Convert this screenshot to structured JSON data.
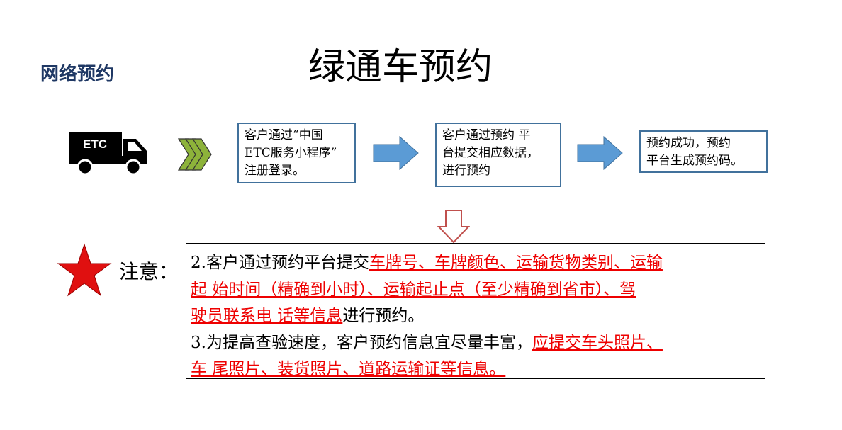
{
  "title": "绿通车预约",
  "subtitle": "网络预约",
  "truck": {
    "label": "ETC"
  },
  "steps": [
    {
      "lines": [
        "客户通过“中国",
        "ETC服务小程序”",
        "注册登录。"
      ]
    },
    {
      "lines": [
        "客户通过预约 平",
        "台提交相应数据，",
        "进行预约"
      ]
    },
    {
      "lines": [
        "预约成功，预约",
        "平台生成预约码。"
      ]
    }
  ],
  "note": {
    "label": "注意：",
    "lines": [
      [
        {
          "t": "2.客户通过预约平台提交",
          "red": false
        },
        {
          "t": "车牌号、车牌颜色、运输货物类别、运输",
          "red": true
        }
      ],
      [
        {
          "t": "起 始时间（精确到小时）、运输起止点（至少精确到省市）、驾",
          "red": true
        }
      ],
      [
        {
          "t": "驶员联系电 话等信息",
          "red": true
        },
        {
          "t": "进行预约。",
          "red": false
        }
      ],
      [
        {
          "t": "3.为提高查验速度，客户预约信息宜尽量丰富，",
          "red": false
        },
        {
          "t": "应提交车头照片、 ",
          "red": true
        }
      ],
      [
        {
          "t": "车 尾照片、装货照片、道路运输证等信息。 ",
          "red": true
        }
      ]
    ]
  },
  "colors": {
    "arrow": "#5b9bd5",
    "box_border": "#41719c",
    "chevron": "#8db33a",
    "star": "#e01010",
    "emphasis": "#ee0000"
  }
}
